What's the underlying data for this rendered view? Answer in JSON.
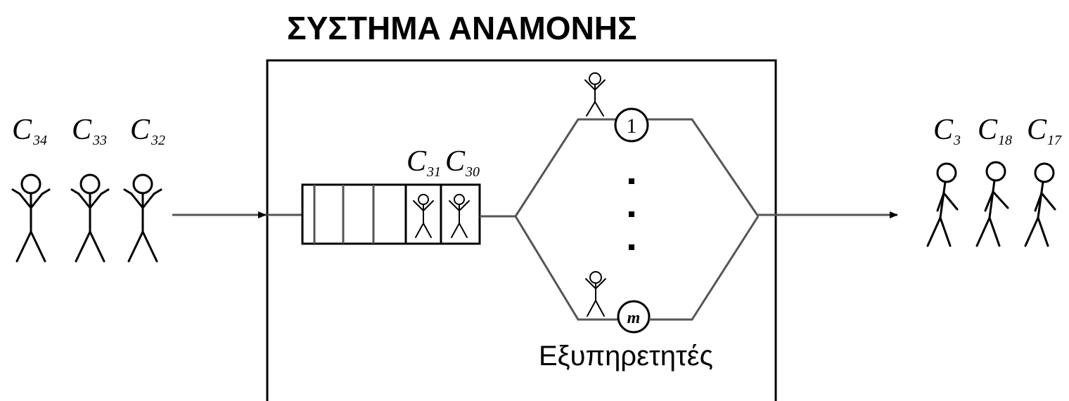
{
  "title": "ΣΥΣΤΗΜΑ ΑΝΑΜΟΝΗΣ",
  "arriving_customers": [
    {
      "letter": "C",
      "index": "34"
    },
    {
      "letter": "C",
      "index": "33"
    },
    {
      "letter": "C",
      "index": "32"
    }
  ],
  "queued_customers": [
    {
      "letter": "C",
      "index": "31"
    },
    {
      "letter": "C",
      "index": "30"
    }
  ],
  "departed_customers": [
    {
      "letter": "C",
      "index": "3"
    },
    {
      "letter": "C",
      "index": "18"
    },
    {
      "letter": "C",
      "index": "17"
    }
  ],
  "servers": {
    "first_label": "1",
    "last_label": "m",
    "caption": "Εξυπηρετητές",
    "ellipsis": "..."
  }
}
